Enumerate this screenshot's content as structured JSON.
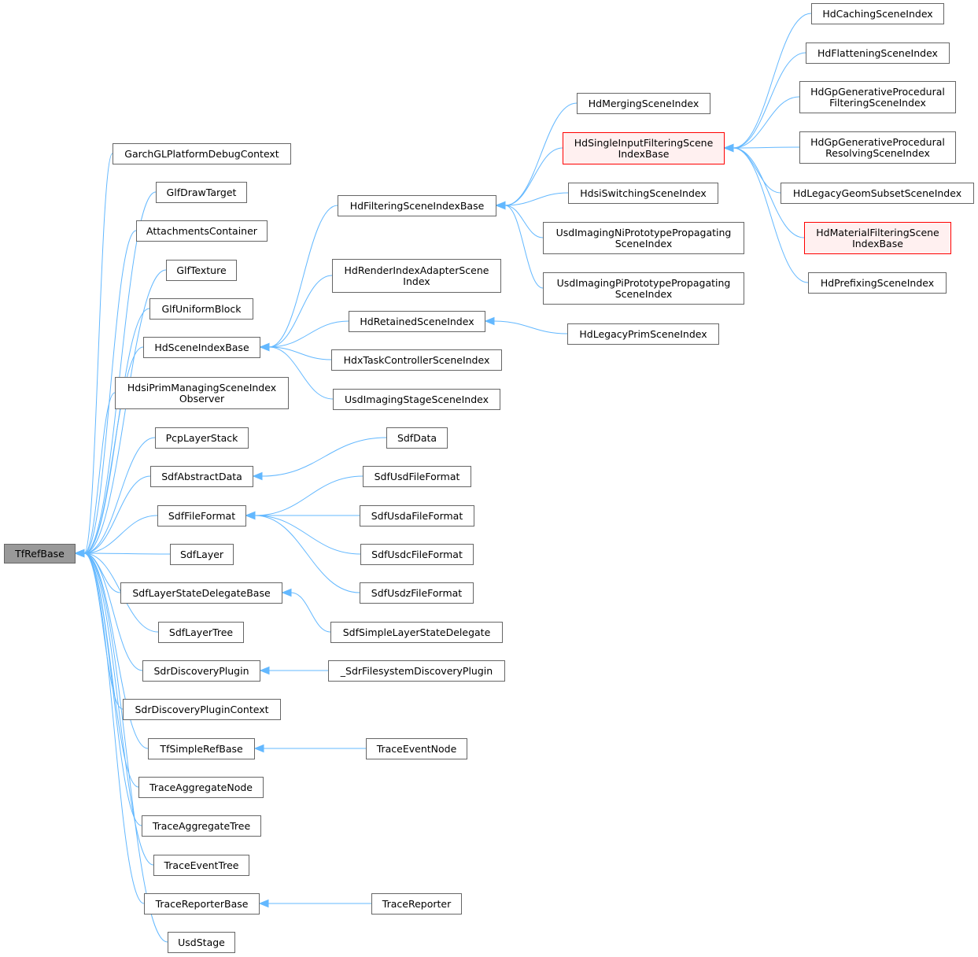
{
  "diagram": {
    "type": "class-inheritance-graph",
    "nodes": [
      {
        "id": "TfRefBase",
        "label": "TfRefBase",
        "style": "root"
      },
      {
        "id": "GarchGLPlatformDebugContext",
        "label": "GarchGLPlatformDebugContext"
      },
      {
        "id": "GlfDrawTarget",
        "label": "GlfDrawTarget"
      },
      {
        "id": "AttachmentsContainer",
        "label": "AttachmentsContainer"
      },
      {
        "id": "GlfTexture",
        "label": "GlfTexture"
      },
      {
        "id": "GlfUniformBlock",
        "label": "GlfUniformBlock"
      },
      {
        "id": "HdSceneIndexBase",
        "label": "HdSceneIndexBase"
      },
      {
        "id": "HdsiPrimManagingSceneIndexObserver",
        "label": [
          "HdsiPrimManagingSceneIndex",
          "Observer"
        ]
      },
      {
        "id": "PcpLayerStack",
        "label": "PcpLayerStack"
      },
      {
        "id": "SdfAbstractData",
        "label": "SdfAbstractData"
      },
      {
        "id": "SdfFileFormat",
        "label": "SdfFileFormat"
      },
      {
        "id": "SdfLayer",
        "label": "SdfLayer"
      },
      {
        "id": "SdfLayerStateDelegateBase",
        "label": "SdfLayerStateDelegateBase"
      },
      {
        "id": "SdfLayerTree",
        "label": "SdfLayerTree"
      },
      {
        "id": "SdrDiscoveryPlugin",
        "label": "SdrDiscoveryPlugin"
      },
      {
        "id": "SdrDiscoveryPluginContext",
        "label": "SdrDiscoveryPluginContext"
      },
      {
        "id": "TfSimpleRefBase",
        "label": "TfSimpleRefBase"
      },
      {
        "id": "TraceAggregateNode",
        "label": "TraceAggregateNode"
      },
      {
        "id": "TraceAggregateTree",
        "label": "TraceAggregateTree"
      },
      {
        "id": "TraceEventTree",
        "label": "TraceEventTree"
      },
      {
        "id": "TraceReporterBase",
        "label": "TraceReporterBase"
      },
      {
        "id": "UsdStage",
        "label": "UsdStage"
      },
      {
        "id": "HdFilteringSceneIndexBase",
        "label": "HdFilteringSceneIndexBase"
      },
      {
        "id": "HdRenderIndexAdapterSceneIndex",
        "label": [
          "HdRenderIndexAdapterScene",
          "Index"
        ]
      },
      {
        "id": "HdRetainedSceneIndex",
        "label": "HdRetainedSceneIndex"
      },
      {
        "id": "HdxTaskControllerSceneIndex",
        "label": "HdxTaskControllerSceneIndex"
      },
      {
        "id": "UsdImagingStageSceneIndex",
        "label": "UsdImagingStageSceneIndex"
      },
      {
        "id": "SdfData",
        "label": "SdfData"
      },
      {
        "id": "SdfUsdFileFormat",
        "label": "SdfUsdFileFormat"
      },
      {
        "id": "SdfUsdaFileFormat",
        "label": "SdfUsdaFileFormat"
      },
      {
        "id": "SdfUsdcFileFormat",
        "label": "SdfUsdcFileFormat"
      },
      {
        "id": "SdfUsdzFileFormat",
        "label": "SdfUsdzFileFormat"
      },
      {
        "id": "SdfSimpleLayerStateDelegate",
        "label": "SdfSimpleLayerStateDelegate"
      },
      {
        "id": "SdrFilesystemDiscoveryPlugin",
        "label": "_SdrFilesystemDiscoveryPlugin"
      },
      {
        "id": "TraceEventNode",
        "label": "TraceEventNode"
      },
      {
        "id": "TraceReporter",
        "label": "TraceReporter"
      },
      {
        "id": "HdMergingSceneIndex",
        "label": "HdMergingSceneIndex"
      },
      {
        "id": "HdSingleInputFilteringSceneIndexBase",
        "label": [
          "HdSingleInputFilteringScene",
          "IndexBase"
        ],
        "style": "highlight"
      },
      {
        "id": "HdsiSwitchingSceneIndex",
        "label": "HdsiSwitchingSceneIndex"
      },
      {
        "id": "UsdImagingNiPrototypePropagatingSceneIndex",
        "label": [
          "UsdImagingNiPrototypePropagating",
          "SceneIndex"
        ]
      },
      {
        "id": "UsdImagingPiPrototypePropagatingSceneIndex",
        "label": [
          "UsdImagingPiPrototypePropagating",
          "SceneIndex"
        ]
      },
      {
        "id": "HdLegacyPrimSceneIndex",
        "label": "HdLegacyPrimSceneIndex"
      },
      {
        "id": "HdCachingSceneIndex",
        "label": "HdCachingSceneIndex"
      },
      {
        "id": "HdFlatteningSceneIndex",
        "label": "HdFlatteningSceneIndex"
      },
      {
        "id": "HdGpGenerativeProceduralFilteringSceneIndex",
        "label": [
          "HdGpGenerativeProcedural",
          "FilteringSceneIndex"
        ]
      },
      {
        "id": "HdGpGenerativeProceduralResolvingSceneIndex",
        "label": [
          "HdGpGenerativeProcedural",
          "ResolvingSceneIndex"
        ]
      },
      {
        "id": "HdLegacyGeomSubsetSceneIndex",
        "label": "HdLegacyGeomSubsetSceneIndex"
      },
      {
        "id": "HdMaterialFilteringSceneIndexBase",
        "label": [
          "HdMaterialFilteringScene",
          "IndexBase"
        ],
        "style": "highlight"
      },
      {
        "id": "HdPrefixingSceneIndex",
        "label": "HdPrefixingSceneIndex"
      }
    ],
    "edges": [
      {
        "from": "GarchGLPlatformDebugContext",
        "to": "TfRefBase"
      },
      {
        "from": "GlfDrawTarget",
        "to": "TfRefBase"
      },
      {
        "from": "AttachmentsContainer",
        "to": "TfRefBase"
      },
      {
        "from": "GlfTexture",
        "to": "TfRefBase"
      },
      {
        "from": "GlfUniformBlock",
        "to": "TfRefBase"
      },
      {
        "from": "HdSceneIndexBase",
        "to": "TfRefBase"
      },
      {
        "from": "HdsiPrimManagingSceneIndexObserver",
        "to": "TfRefBase"
      },
      {
        "from": "PcpLayerStack",
        "to": "TfRefBase"
      },
      {
        "from": "SdfAbstractData",
        "to": "TfRefBase"
      },
      {
        "from": "SdfFileFormat",
        "to": "TfRefBase"
      },
      {
        "from": "SdfLayer",
        "to": "TfRefBase"
      },
      {
        "from": "SdfLayerStateDelegateBase",
        "to": "TfRefBase"
      },
      {
        "from": "SdfLayerTree",
        "to": "TfRefBase"
      },
      {
        "from": "SdrDiscoveryPlugin",
        "to": "TfRefBase"
      },
      {
        "from": "SdrDiscoveryPluginContext",
        "to": "TfRefBase"
      },
      {
        "from": "TfSimpleRefBase",
        "to": "TfRefBase"
      },
      {
        "from": "TraceAggregateNode",
        "to": "TfRefBase"
      },
      {
        "from": "TraceAggregateTree",
        "to": "TfRefBase"
      },
      {
        "from": "TraceEventTree",
        "to": "TfRefBase"
      },
      {
        "from": "TraceReporterBase",
        "to": "TfRefBase"
      },
      {
        "from": "UsdStage",
        "to": "TfRefBase"
      },
      {
        "from": "HdFilteringSceneIndexBase",
        "to": "HdSceneIndexBase"
      },
      {
        "from": "HdRenderIndexAdapterSceneIndex",
        "to": "HdSceneIndexBase"
      },
      {
        "from": "HdRetainedSceneIndex",
        "to": "HdSceneIndexBase"
      },
      {
        "from": "HdxTaskControllerSceneIndex",
        "to": "HdSceneIndexBase"
      },
      {
        "from": "UsdImagingStageSceneIndex",
        "to": "HdSceneIndexBase"
      },
      {
        "from": "SdfData",
        "to": "SdfAbstractData"
      },
      {
        "from": "SdfUsdFileFormat",
        "to": "SdfFileFormat"
      },
      {
        "from": "SdfUsdaFileFormat",
        "to": "SdfFileFormat"
      },
      {
        "from": "SdfUsdcFileFormat",
        "to": "SdfFileFormat"
      },
      {
        "from": "SdfUsdzFileFormat",
        "to": "SdfFileFormat"
      },
      {
        "from": "SdfSimpleLayerStateDelegate",
        "to": "SdfLayerStateDelegateBase"
      },
      {
        "from": "SdrFilesystemDiscoveryPlugin",
        "to": "SdrDiscoveryPlugin"
      },
      {
        "from": "TraceEventNode",
        "to": "TfSimpleRefBase"
      },
      {
        "from": "TraceReporter",
        "to": "TraceReporterBase"
      },
      {
        "from": "HdMergingSceneIndex",
        "to": "HdFilteringSceneIndexBase"
      },
      {
        "from": "HdSingleInputFilteringSceneIndexBase",
        "to": "HdFilteringSceneIndexBase"
      },
      {
        "from": "HdsiSwitchingSceneIndex",
        "to": "HdFilteringSceneIndexBase"
      },
      {
        "from": "UsdImagingNiPrototypePropagatingSceneIndex",
        "to": "HdFilteringSceneIndexBase"
      },
      {
        "from": "UsdImagingPiPrototypePropagatingSceneIndex",
        "to": "HdFilteringSceneIndexBase"
      },
      {
        "from": "HdLegacyPrimSceneIndex",
        "to": "HdRetainedSceneIndex"
      },
      {
        "from": "HdCachingSceneIndex",
        "to": "HdSingleInputFilteringSceneIndexBase"
      },
      {
        "from": "HdFlatteningSceneIndex",
        "to": "HdSingleInputFilteringSceneIndexBase"
      },
      {
        "from": "HdGpGenerativeProceduralFilteringSceneIndex",
        "to": "HdSingleInputFilteringSceneIndexBase"
      },
      {
        "from": "HdGpGenerativeProceduralResolvingSceneIndex",
        "to": "HdSingleInputFilteringSceneIndexBase"
      },
      {
        "from": "HdLegacyGeomSubsetSceneIndex",
        "to": "HdSingleInputFilteringSceneIndexBase"
      },
      {
        "from": "HdMaterialFilteringSceneIndexBase",
        "to": "HdSingleInputFilteringSceneIndexBase"
      },
      {
        "from": "HdPrefixingSceneIndex",
        "to": "HdSingleInputFilteringSceneIndexBase"
      }
    ]
  },
  "colors": {
    "edge": "#63b8ff",
    "root_fill": "#999999",
    "highlight_stroke": "#ff0000",
    "highlight_fill": "#fff0f0"
  }
}
